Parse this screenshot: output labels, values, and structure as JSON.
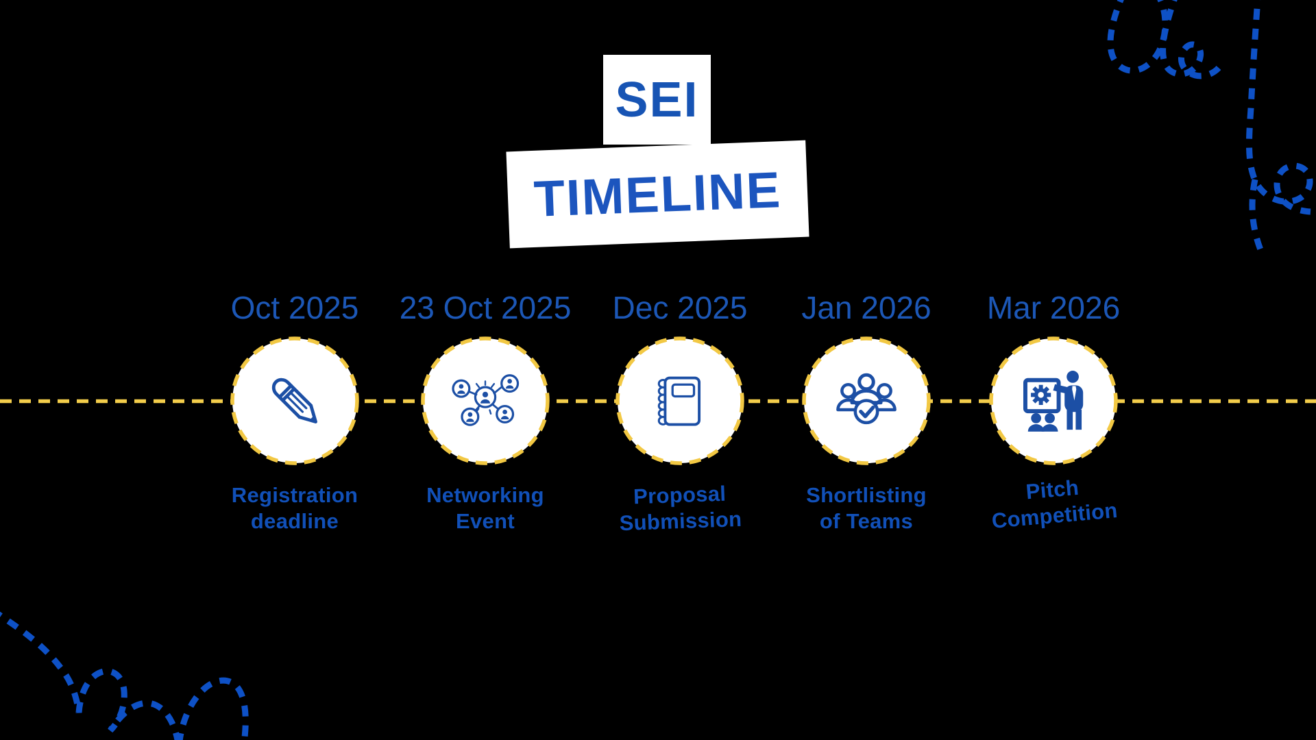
{
  "slide": {
    "title": {
      "line1": "SEI",
      "line2": "TIMELINE"
    },
    "timeline": {
      "items": [
        {
          "date": "Oct 2025",
          "label": "Registration\ndeadline",
          "icon": "pencil-icon"
        },
        {
          "date": "23 Oct 2025",
          "label": "Networking\nEvent",
          "icon": "network-people-icon"
        },
        {
          "date": "Dec 2025",
          "label": "Proposal\nSubmission",
          "icon": "notebook-icon"
        },
        {
          "date": "Jan 2026",
          "label": "Shortlisting\nof Teams",
          "icon": "team-check-icon"
        },
        {
          "date": "Mar 2026",
          "label": "Pitch\nCompetition",
          "icon": "presentation-icon"
        }
      ]
    },
    "colors": {
      "background": "#000000",
      "title_box_fill": "#FFFFFF",
      "title_text": "#1754B4",
      "date_text": "#1C57B6",
      "label_text": "#1150B8",
      "icon_blue": "#1C4FA5",
      "timeline_line_yellow": "#F3CD4B",
      "node_ring_yellow": "#F2C843",
      "node_fill": "#FFFFFF",
      "scribble_blue": "#0E51C6"
    }
  }
}
